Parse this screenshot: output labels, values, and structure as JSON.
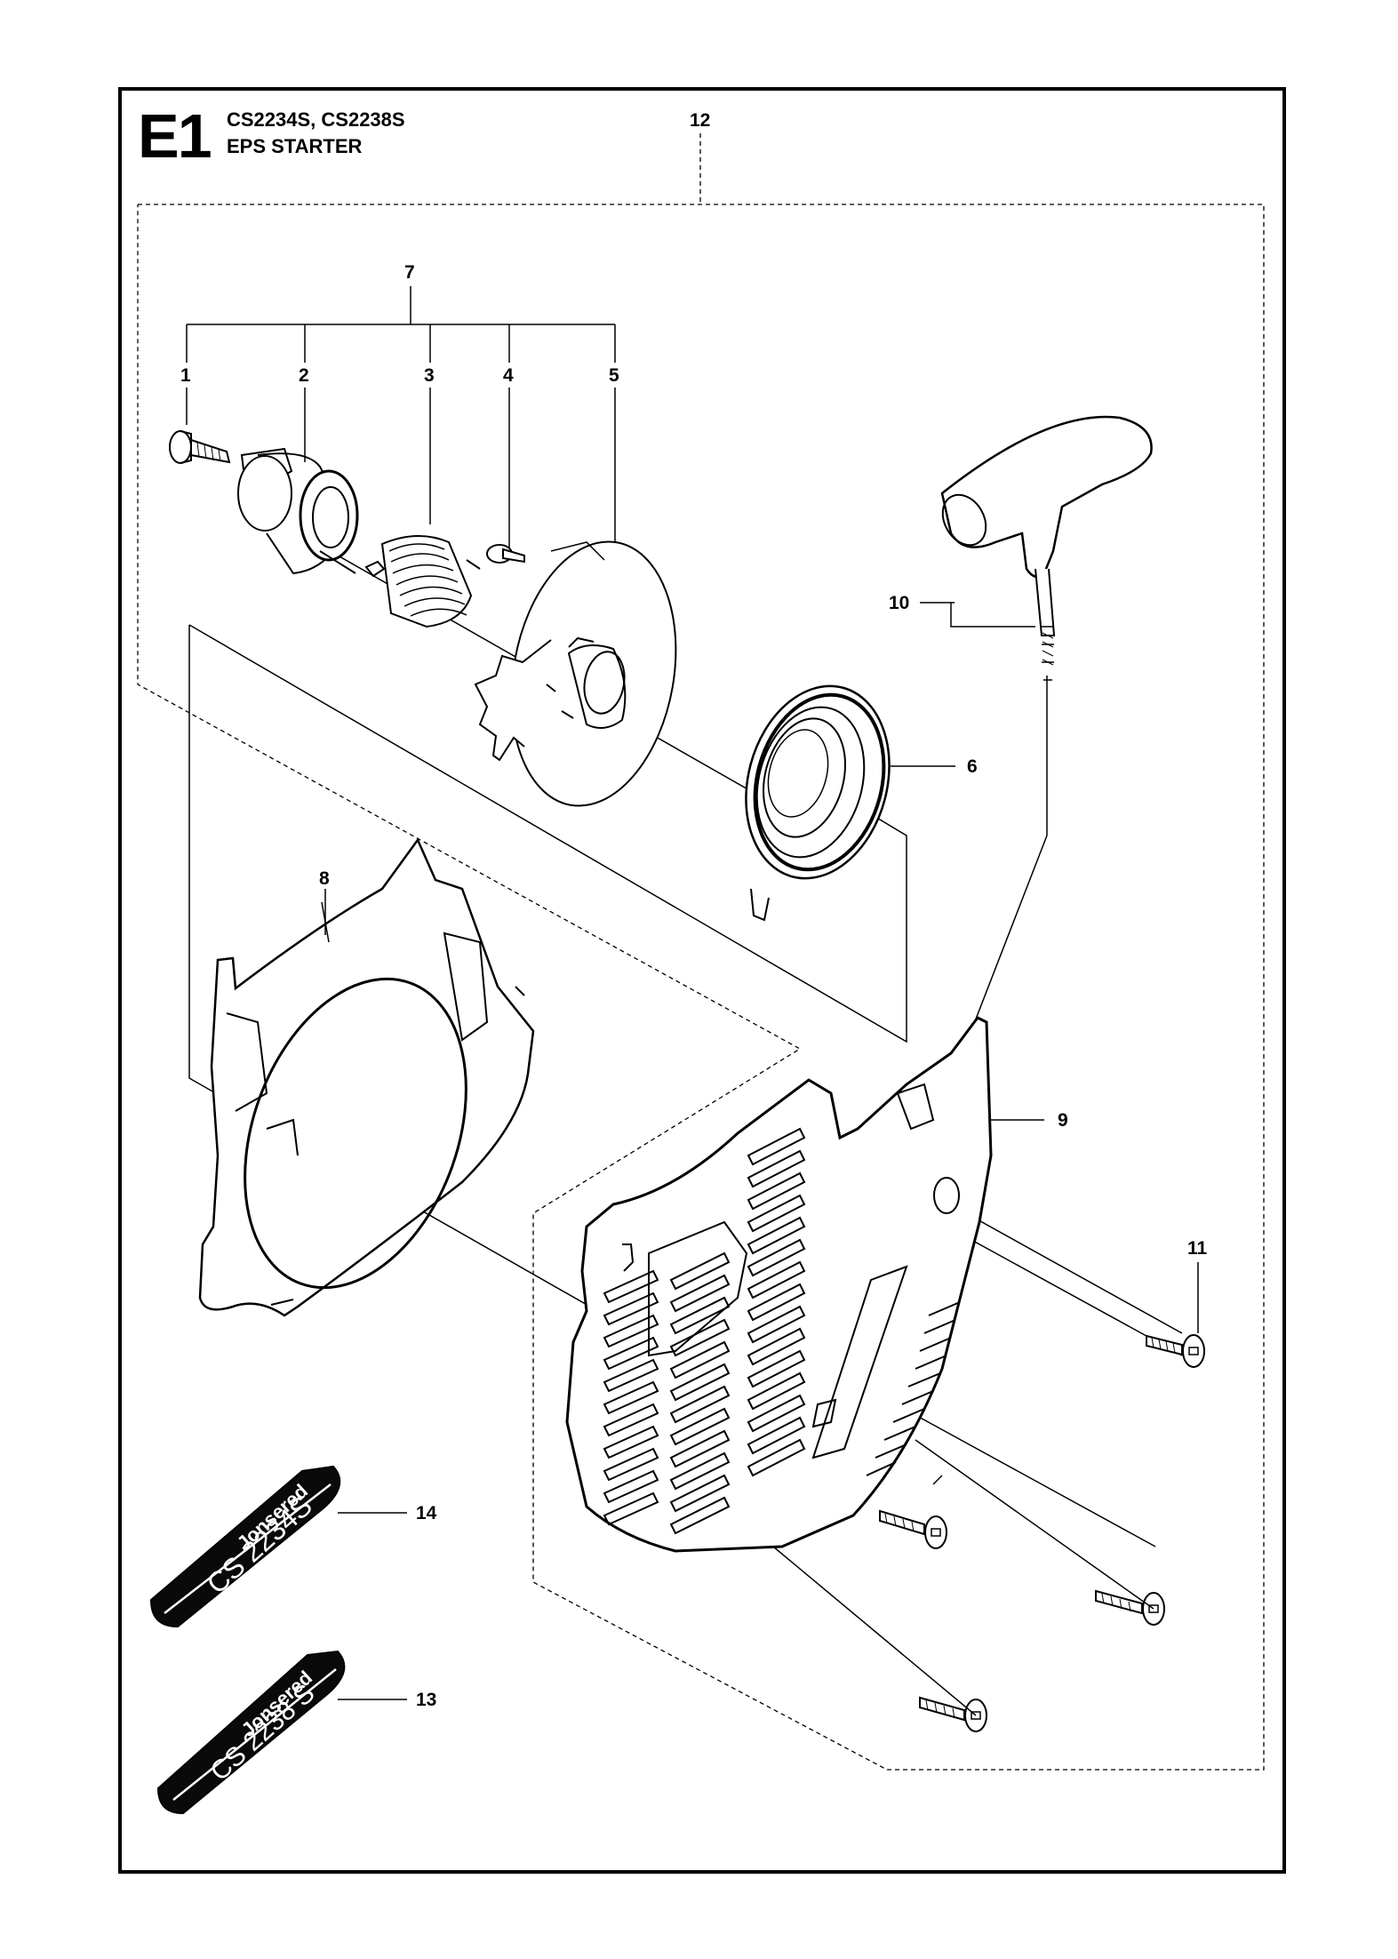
{
  "header": {
    "section_code": "E1",
    "models": "CS2234S, CS2238S",
    "title": "EPS STARTER"
  },
  "callouts": [
    "1",
    "2",
    "3",
    "4",
    "5",
    "6",
    "7",
    "8",
    "9",
    "10",
    "11",
    "12",
    "13",
    "14"
  ],
  "decals": {
    "decal_14": {
      "brand": "Jonsered",
      "model": "CS 2234S"
    },
    "decal_13": {
      "brand": "Jonsered",
      "model": "CS 2238 S"
    }
  }
}
